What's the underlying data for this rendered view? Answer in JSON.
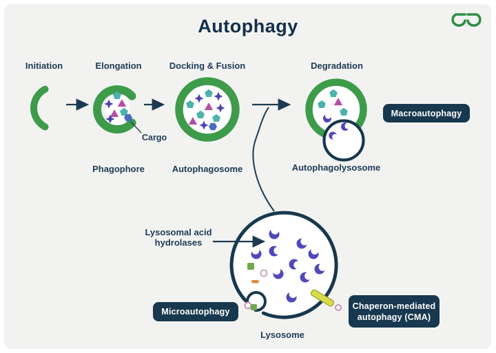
{
  "title": "Autophagy",
  "brand": {
    "logo": "geeksforgeeks-icon"
  },
  "stages": {
    "initiation": "Initiation",
    "elongation": "Elongation",
    "docking_fusion": "Docking & Fusion",
    "degradation": "Degradation"
  },
  "structures": {
    "phagophore": "Phagophore",
    "autophagosome": "Autophagosome",
    "autophagolysosome": "Autophagolysosome",
    "lysosome": "Lysosome",
    "cargo": "Cargo",
    "hydrolases_line1": "Lysosomal acid",
    "hydrolases_line2": "hydrolases"
  },
  "pathways": {
    "macroautophagy": "Macroautophagy",
    "microautophagy": "Microautophagy",
    "cma_line1": "Chaperon-mediated",
    "cma_line2": "autophagy (CMA)"
  },
  "colors": {
    "membrane_green": "#3d9b4a",
    "navy": "#17384e",
    "teal": "#4bb2ac",
    "magenta": "#b44fa5",
    "indigo": "#4c42ae",
    "blue": "#4a6bbf",
    "hydrolase_purple": "#5148bc",
    "cma_channel_yellow": "#d9dd4b",
    "background": "#f2f3f1"
  }
}
